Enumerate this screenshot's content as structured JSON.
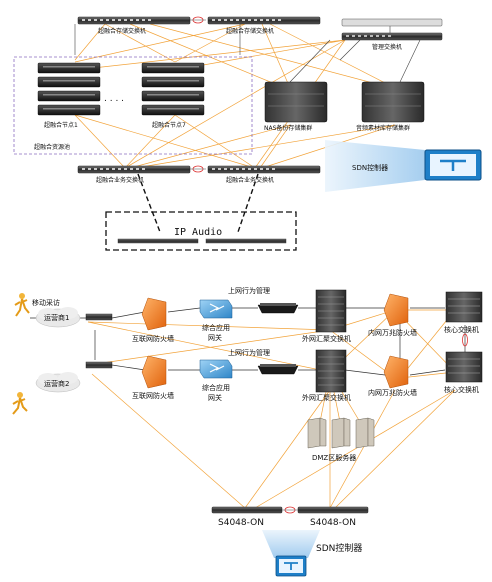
{
  "top": {
    "storage_switch_1": "超融合存储交换机",
    "storage_switch_2": "超融合存储交换机",
    "mgmt_switch": "管理交换机",
    "node_1": "超融合节点1",
    "node_7": "超融合节点7",
    "ellipsis": ". . . .",
    "pool": "超融合资源池",
    "nas_cluster": "NAS备份存储集群",
    "audio_cluster": "音频素材库存储集群",
    "sdn_controller": "SDN控制器",
    "biz_switch_1": "超融合业务交换机",
    "biz_switch_2": "超融合业务交换机",
    "ip_audio": "IP Audio"
  },
  "bottom": {
    "mobile_interview": "移动采访",
    "isp1": "运营商1",
    "isp2": "运营商2",
    "fw_internet_1": "互联网防火墙",
    "fw_internet_2": "互联网防火墙",
    "gw_1_line1": "综合应用",
    "gw_1_line2": "网关",
    "gw_2_line1": "综合应用",
    "gw_2_line2": "网关",
    "behavior_1": "上网行为管理",
    "behavior_2": "上网行为管理",
    "ext_agg_1": "外网汇聚交换机",
    "ext_agg_2": "外网汇聚交换机",
    "fw_intranet_1": "内网万兆防火墙",
    "fw_intranet_2": "内网万兆防火墙",
    "core_1": "核心交换机",
    "core_2": "核心交换机",
    "dmz": "DMZ区服务器",
    "s4048_1": "S4048-ON",
    "s4048_2": "S4048-ON",
    "sdn_controller": "SDN控制器"
  },
  "colors": {
    "link_orange": "#f2a33a",
    "link_dark": "#333333",
    "firewall": "#f07a1e",
    "gateway": "#4aa3df",
    "sdn_glow": "#cfe6f8",
    "sdn_frame": "#1e7fc8",
    "pool_border": "#8a6cc0"
  },
  "icons": [
    "switch-icon",
    "server-icon",
    "storage-cluster-icon",
    "firewall-icon",
    "gateway-icon",
    "rack-icon",
    "person-icon",
    "cloud-icon",
    "sdn-controller-icon"
  ]
}
